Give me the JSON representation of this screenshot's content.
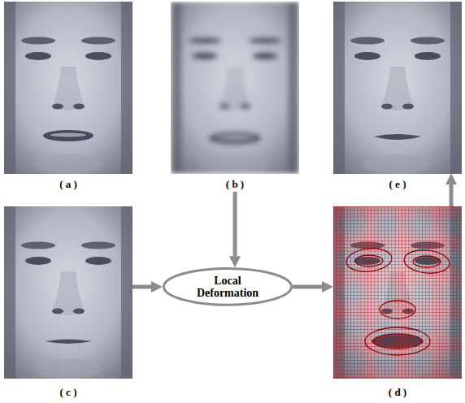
{
  "diagram": {
    "nodes": [
      {
        "text": [
          "( a )"
        ]
      },
      {
        "text": [
          "( b )"
        ]
      },
      {
        "text": [
          "( e )"
        ]
      },
      {
        "text": [
          "( c )"
        ]
      },
      {
        "text": [
          "Local Deformation"
        ]
      },
      {
        "text": [
          "( d )"
        ]
      }
    ],
    "edges": [
      {
        "from": 1,
        "to": 4,
        "arrow": "to"
      },
      {
        "from": 3,
        "to": 4,
        "arrow": "to"
      },
      {
        "from": 4,
        "to": 5,
        "arrow": "to"
      },
      {
        "from": 5,
        "to": 2,
        "arrow": "to"
      }
    ]
  }
}
